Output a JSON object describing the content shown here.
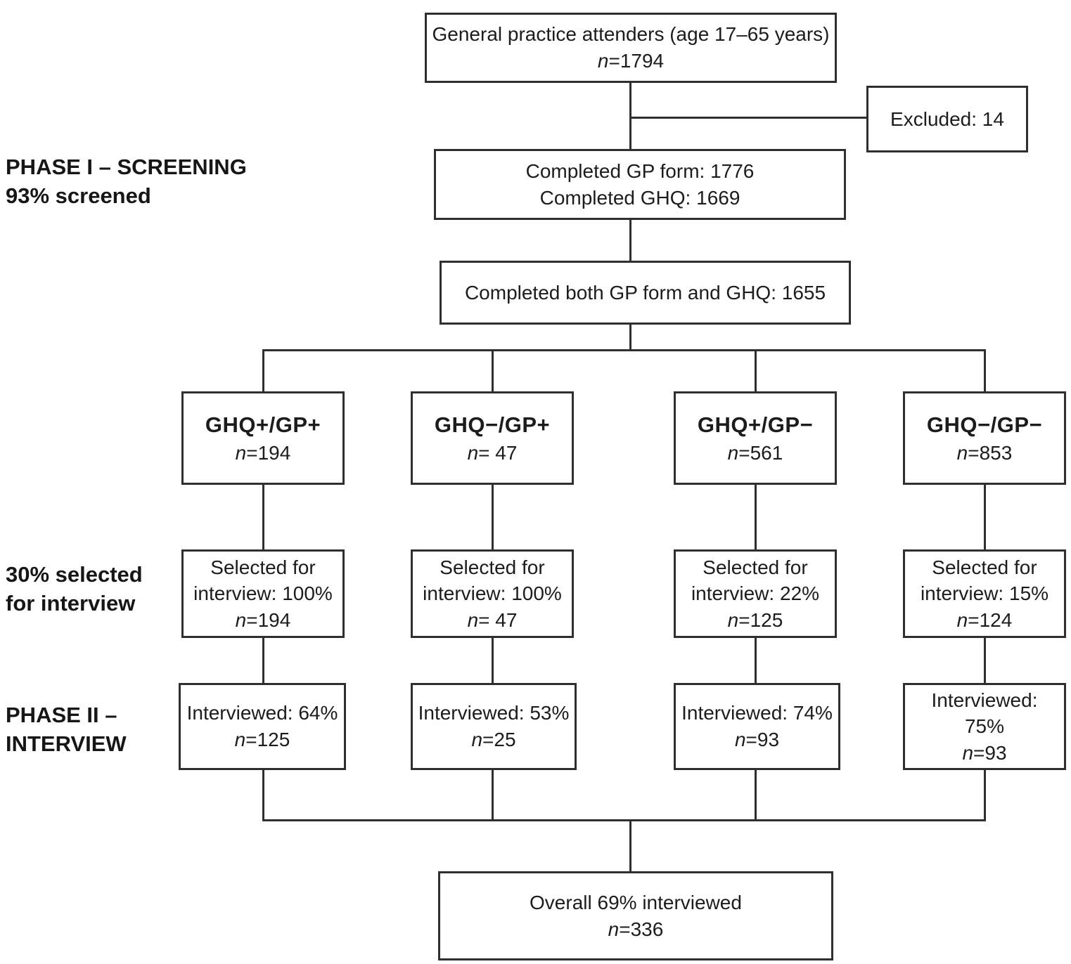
{
  "colors": {
    "line": "#2f2f2f",
    "text": "#1c1c1c",
    "background": "#ffffff"
  },
  "phase_labels": {
    "phase1": {
      "line1": "PHASE I – SCREENING",
      "line2": "93% screened"
    },
    "selected": {
      "line1": "30% selected",
      "line2": "for interview"
    },
    "phase2": {
      "line1": "PHASE II –",
      "line2": "INTERVIEW"
    }
  },
  "nodes": {
    "attenders": {
      "line1": "General practice attenders (age 17–65 years)",
      "n_var": "n",
      "n_rest": "=1794"
    },
    "excluded": {
      "label": "Excluded: 14"
    },
    "completed_forms": {
      "line1": "Completed GP form: 1776",
      "line2": "Completed GHQ: 1669"
    },
    "completed_both": {
      "label": "Completed both GP form and GHQ: 1655"
    },
    "overall": {
      "line1": "Overall 69% interviewed",
      "n_var": "n",
      "n_rest": "=336"
    }
  },
  "groups": [
    {
      "title": "GHQ+/GP+",
      "n_var": "n",
      "n_rest": "=194",
      "selected": {
        "line1": "Selected for",
        "line2": "interview: 100%",
        "n_var": "n",
        "n_rest": "=194"
      },
      "interviewed": {
        "line1": "Interviewed: 64%",
        "n_var": "n",
        "n_rest": "=125"
      }
    },
    {
      "title": "GHQ−/GP+",
      "n_var": "n",
      "n_rest": "= 47",
      "selected": {
        "line1": "Selected for",
        "line2": "interview: 100%",
        "n_var": "n",
        "n_rest": "= 47"
      },
      "interviewed": {
        "line1": "Interviewed: 53%",
        "n_var": "n",
        "n_rest": "=25"
      }
    },
    {
      "title": "GHQ+/GP−",
      "n_var": "n",
      "n_rest": "=561",
      "selected": {
        "line1": "Selected for",
        "line2": "interview: 22%",
        "n_var": "n",
        "n_rest": "=125"
      },
      "interviewed": {
        "line1": "Interviewed: 74%",
        "n_var": "n",
        "n_rest": "=93"
      }
    },
    {
      "title": "GHQ−/GP−",
      "n_var": "n",
      "n_rest": "=853",
      "selected": {
        "line1": "Selected for",
        "line2": "interview: 15%",
        "n_var": "n",
        "n_rest": "=124"
      },
      "interviewed": {
        "line1": "Interviewed: 75%",
        "n_var": "n",
        "n_rest": "=93"
      }
    }
  ]
}
